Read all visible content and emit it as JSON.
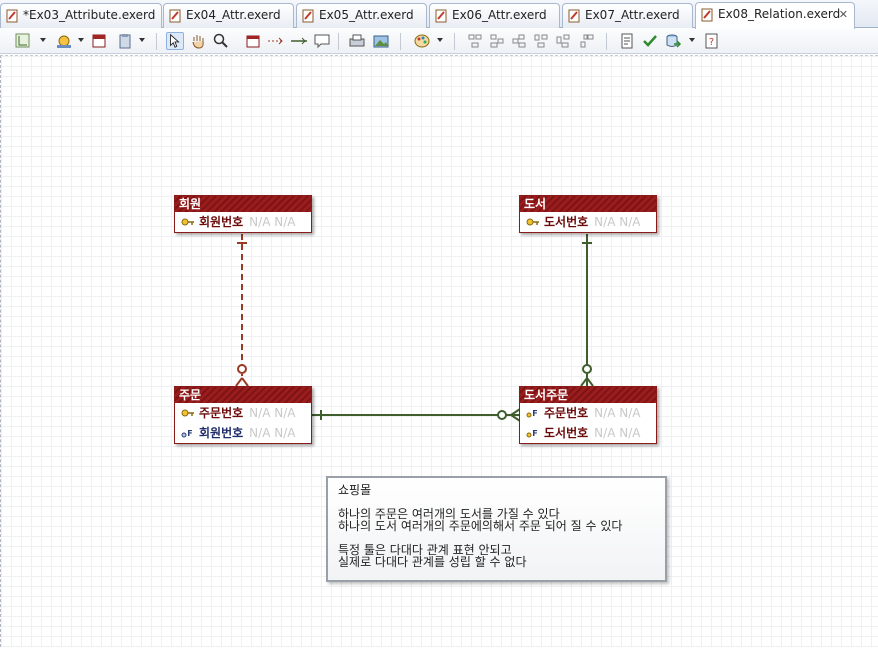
{
  "tabs": [
    {
      "label": "*Ex03_Attribute.exerd",
      "active": false
    },
    {
      "label": "Ex04_Attr.exerd",
      "active": false
    },
    {
      "label": "Ex05_Attr.exerd",
      "active": false
    },
    {
      "label": "Ex06_Attr.exerd",
      "active": false
    },
    {
      "label": "Ex07_Attr.exerd",
      "active": false
    },
    {
      "label": "Ex08_Relation.exerd",
      "active": true
    }
  ],
  "entities": {
    "member": {
      "title": "회원",
      "attrs": [
        {
          "name": "회원번호",
          "meta": "N/A  N/A",
          "key": "pk"
        }
      ]
    },
    "book": {
      "title": "도서",
      "attrs": [
        {
          "name": "도서번호",
          "meta": "N/A  N/A",
          "key": "pk"
        }
      ]
    },
    "order": {
      "title": "주문",
      "attrs": [
        {
          "name": "주문번호",
          "meta": "N/A  N/A",
          "key": "pk"
        },
        {
          "name": "회원번호",
          "meta": "N/A  N/A",
          "key": "fk"
        }
      ]
    },
    "book_order": {
      "title": "도서주문",
      "attrs": [
        {
          "name": "주문번호",
          "meta": "N/A  N/A",
          "key": "pfk"
        },
        {
          "name": "도서번호",
          "meta": "N/A  N/A",
          "key": "pfk"
        }
      ]
    }
  },
  "note": {
    "line1": "쇼핑몰",
    "line2": "하나의 주문은 여러개의 도서를 가질 수 있다",
    "line3": "하나의 도서 여러개의 주문에의해서 주문 되어 질 수 있다",
    "line4": "특정 툴은 다대다 관계 표현 안되고",
    "line5": "실제로 다대다 관계를 성립 할 수 없다"
  },
  "colors": {
    "entity_header": "#9a1d1d",
    "identifying_rel": "#3e5e2c",
    "non_identifying_rel": "#9b3a22"
  }
}
